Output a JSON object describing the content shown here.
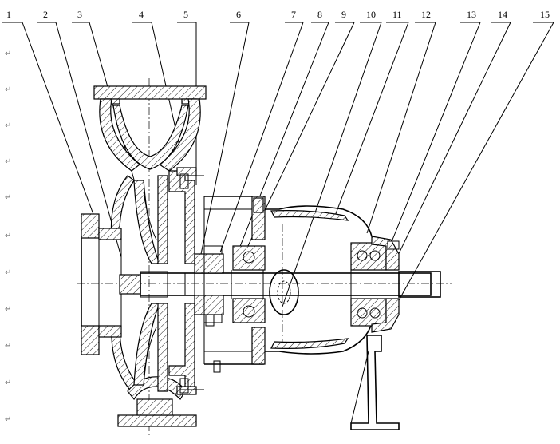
{
  "callouts": [
    {
      "label": "1"
    },
    {
      "label": "2"
    },
    {
      "label": "3"
    },
    {
      "label": "4"
    },
    {
      "label": "5"
    },
    {
      "label": "6"
    },
    {
      "label": "7"
    },
    {
      "label": "8"
    },
    {
      "label": "9"
    },
    {
      "label": "10"
    },
    {
      "label": "11"
    },
    {
      "label": "12"
    },
    {
      "label": "13"
    },
    {
      "label": "14"
    },
    {
      "label": "15"
    }
  ],
  "paragraph_mark": "↵",
  "colors": {
    "line": "#000000",
    "background": "#ffffff",
    "mark": "#555555"
  }
}
